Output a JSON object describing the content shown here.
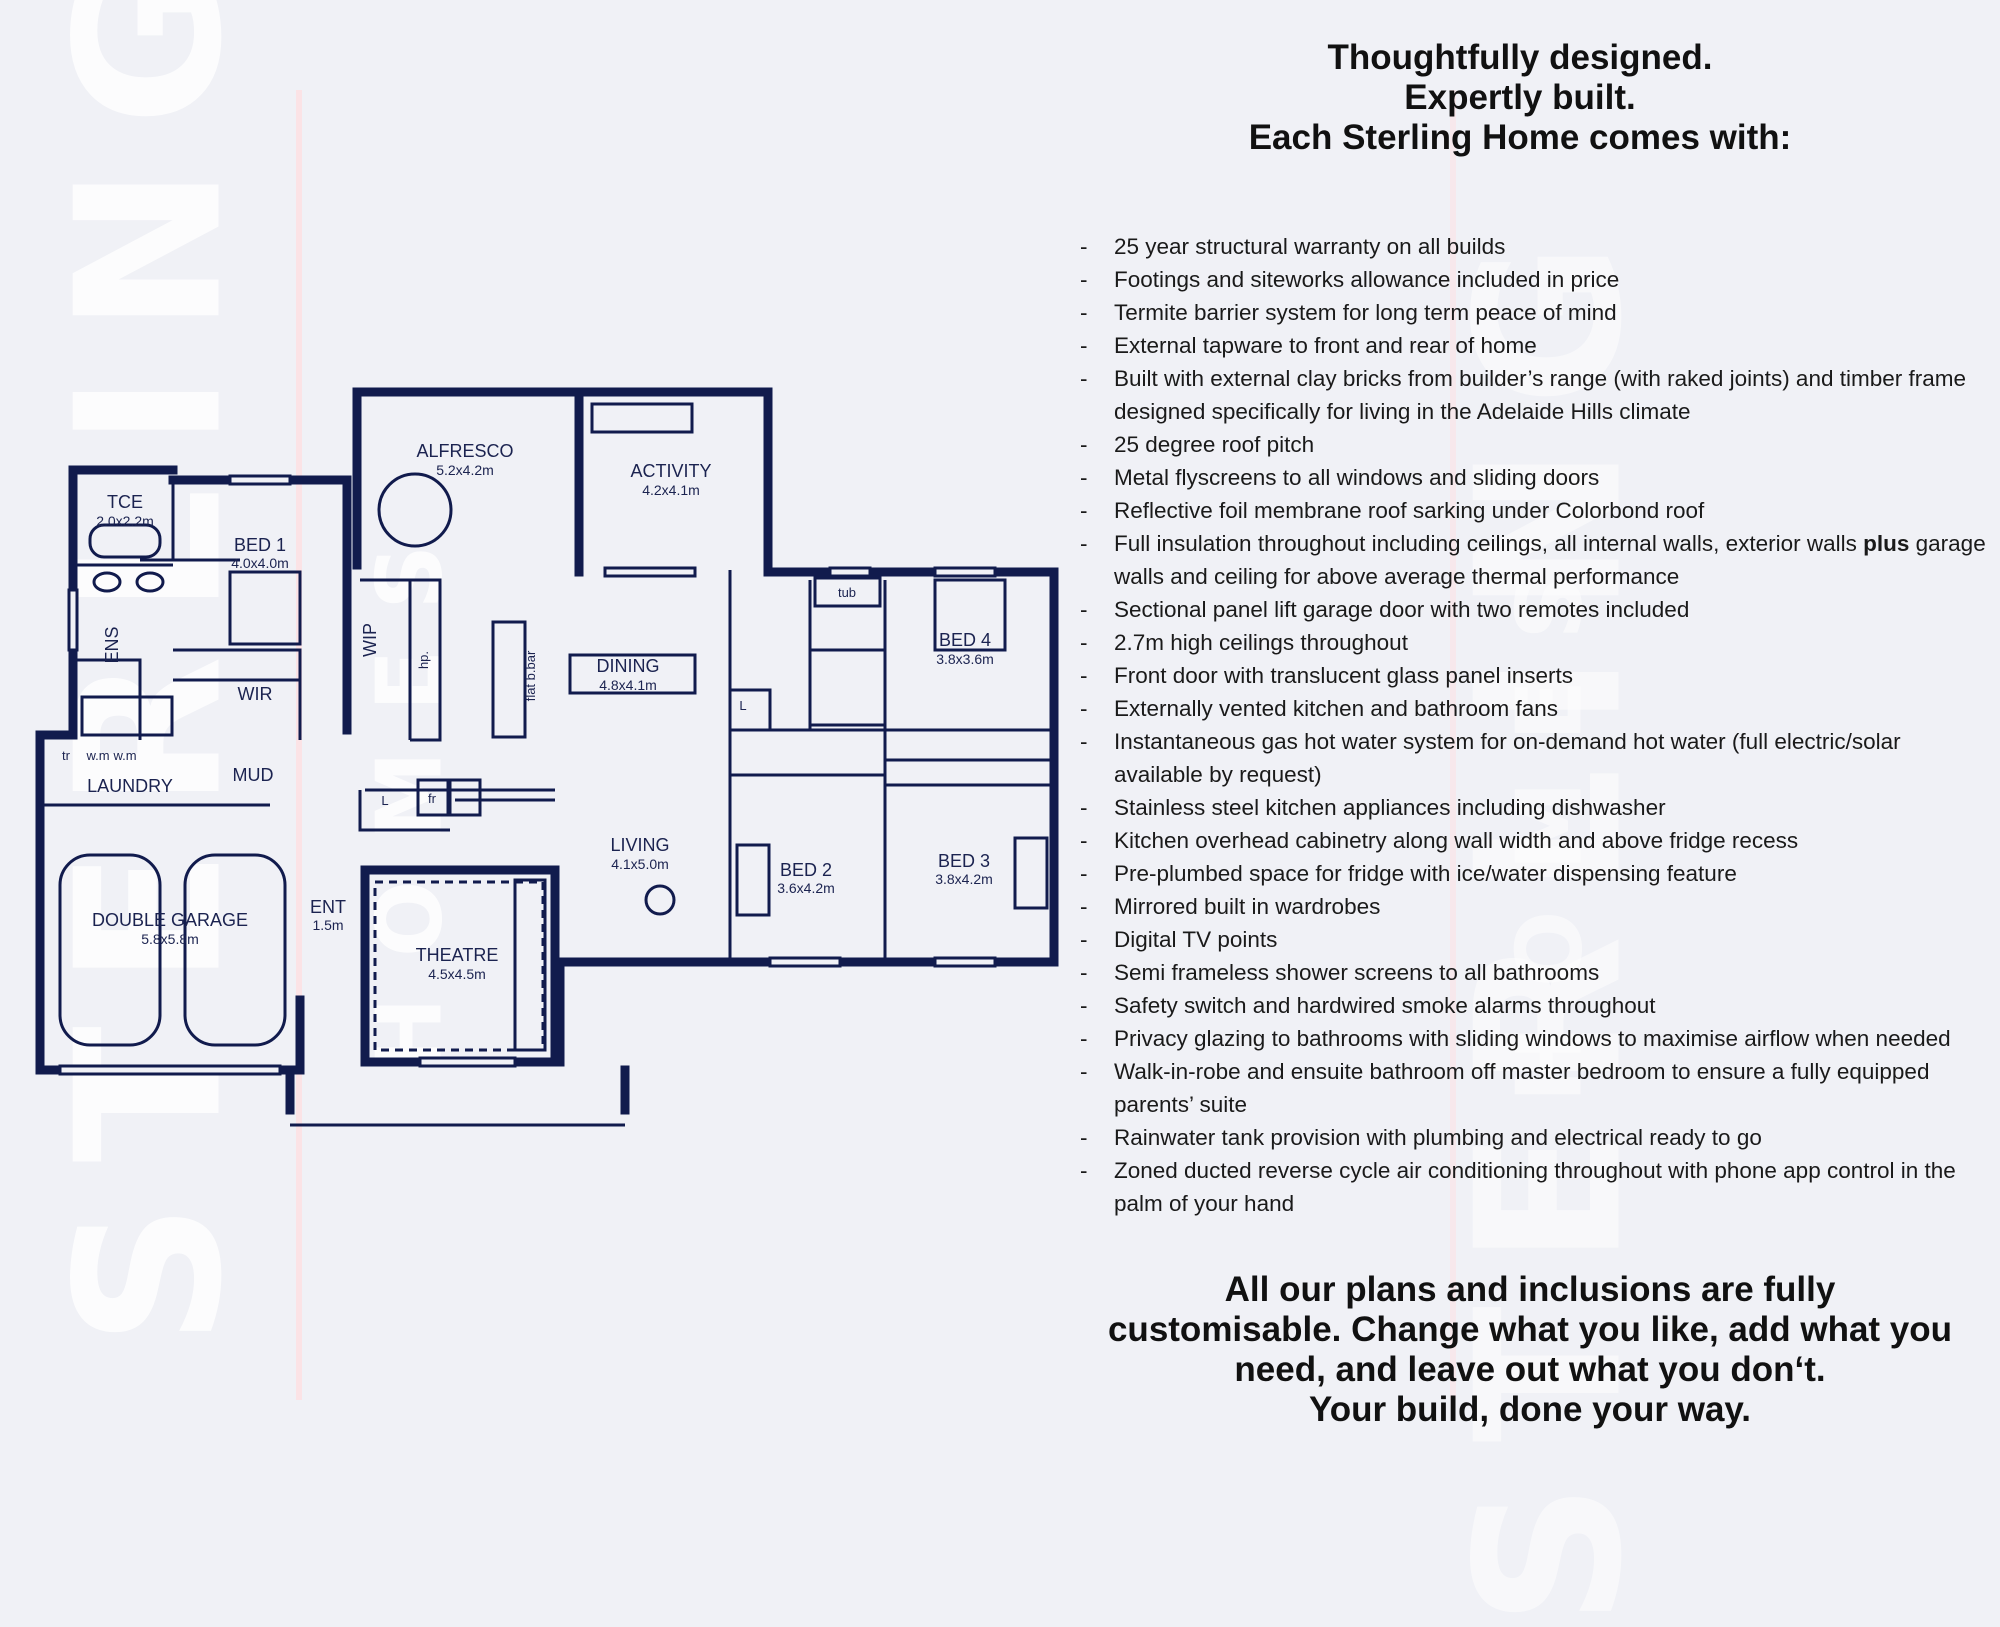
{
  "brand": {
    "watermark_main": "STERLING",
    "watermark_sub": "HOMES"
  },
  "colors": {
    "wall": "#111b4d",
    "background": "#f0f1f6",
    "accent_line": "#fbe3e6"
  },
  "headline": [
    "Thoughtfully designed.",
    "Expertly built.",
    "Each Sterling Home comes with:"
  ],
  "inclusions": [
    "25 year structural warranty on all builds",
    "Footings and siteworks allowance included in price",
    "Termite barrier system for long term peace of mind",
    "External tapware to front and rear of home",
    "Built with external clay bricks from builder’s range (with raked joints) and timber frame designed specifically for living in the Adelaide Hills climate",
    "25 degree roof pitch",
    "Metal flyscreens to all windows and sliding doors",
    "Reflective foil membrane roof sarking under Colorbond roof",
    {
      "before": "Full insulation throughout including ceilings, all internal walls, exterior walls ",
      "bold": "plus",
      "after": " garage walls and ceiling for above average thermal performance"
    },
    "Sectional panel lift garage door with two remotes included",
    "2.7m high ceilings throughout",
    "Front door with translucent glass panel inserts",
    "Externally vented kitchen and bathroom fans",
    "Instantaneous gas hot water system for on-demand hot water (full electric/solar available by request)",
    "Stainless steel kitchen appliances including dishwasher",
    "Kitchen overhead cabinetry along wall width and above fridge recess",
    "Pre-plumbed space for fridge with ice/water dispensing feature",
    "Mirrored built in wardrobes",
    "Digital TV points",
    "Semi frameless shower screens to all bathrooms",
    "Safety switch and hardwired smoke alarms throughout",
    "Privacy glazing to bathrooms with sliding windows to maximise airflow when needed",
    "Walk-in-robe and ensuite bathroom off master bedroom to ensure a fully equipped parents’ suite",
    "Rainwater tank provision with plumbing and electrical ready to go",
    "Zoned ducted reverse cycle air conditioning throughout with phone app control in the palm of your hand"
  ],
  "footer": [
    "All our plans and inclusions are fully",
    "customisable. Change what you like, add what you",
    "need, and leave out what you don‘t.",
    "Your build, done your way."
  ],
  "rooms": {
    "alfresco": {
      "name": "ALFRESCO",
      "dim": "5.2x4.2m"
    },
    "activity": {
      "name": "ACTIVITY",
      "dim": "4.2x4.1m"
    },
    "tce": {
      "name": "TCE",
      "dim": "2.0x2.2m"
    },
    "bed1": {
      "name": "BED 1",
      "dim": "4.0x4.0m"
    },
    "ens": {
      "name": "ENS"
    },
    "wir": {
      "name": "WIR"
    },
    "wip": {
      "name": "WIP"
    },
    "dining": {
      "name": "DINING",
      "dim": "4.8x4.1m"
    },
    "bed4": {
      "name": "BED 4",
      "dim": "3.8x3.6m"
    },
    "laundry": {
      "name": "LAUNDRY"
    },
    "mud": {
      "name": "MUD"
    },
    "living": {
      "name": "LIVING",
      "dim": "4.1x5.0m"
    },
    "bed2": {
      "name": "BED 2",
      "dim": "3.6x4.2m"
    },
    "bed3": {
      "name": "BED 3",
      "dim": "3.8x4.2m"
    },
    "garage": {
      "name": "DOUBLE GARAGE",
      "dim": "5.8x5.8m"
    },
    "ent": {
      "name": "ENT",
      "dim": "1.5m"
    },
    "theatre": {
      "name": "THEATRE",
      "dim": "4.5x4.5m"
    }
  },
  "fixtures": {
    "hp": "hp.",
    "flat_bar": "flat b.bar",
    "tub": "tub",
    "l": "L",
    "fr": "fr",
    "tr": "tr",
    "wm": "w.m",
    "wm2": "w.m"
  }
}
